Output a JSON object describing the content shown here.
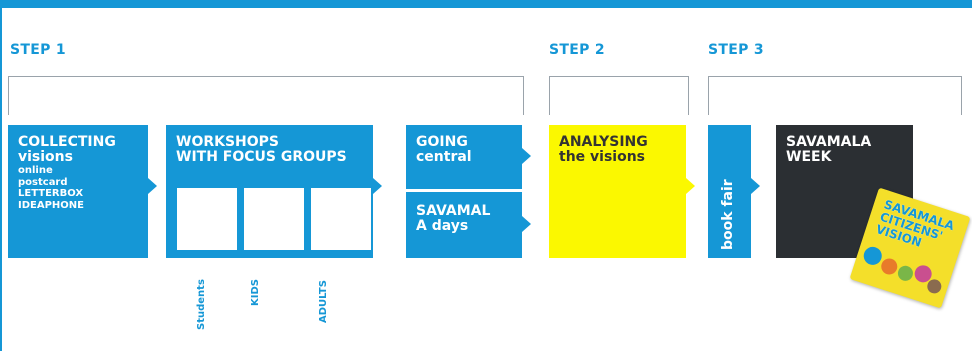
{
  "steps": [
    {
      "label": "STEP 1"
    },
    {
      "label": "STEP 2"
    },
    {
      "label": "STEP 3"
    }
  ],
  "boxes": {
    "collecting": {
      "title1": "COLLECTING",
      "title2": "visions",
      "items": [
        "online",
        "postcard",
        "LETTERBOX",
        "IDEAPHONE"
      ]
    },
    "workshops": {
      "title1": "WORKSHOPS",
      "title2": "WITH FOCUS GROUPS",
      "groups": [
        "Students",
        "KIDS",
        "ADULTS"
      ]
    },
    "going": {
      "line1": "GOING",
      "line2": "central"
    },
    "savamala_days": {
      "line1": "SAVAMAL",
      "line2": "A days"
    },
    "analysing": {
      "line1": "ANALYSING",
      "line2": "the visions"
    },
    "book_fair": {
      "label": "book fair"
    },
    "savamala_week": {
      "line1": "SAVAMALA",
      "line2": "WEEK"
    }
  },
  "badge": {
    "lines": [
      "SAVAMALA",
      "CITIZENS'",
      "VISION"
    ]
  },
  "colors": {
    "blue": "#1597d6",
    "yellow": "#fbf800",
    "dark": "#2b2f33"
  }
}
